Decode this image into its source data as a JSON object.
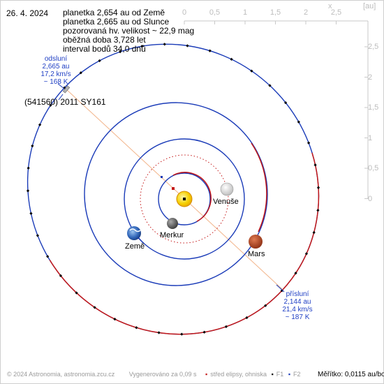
{
  "date": "26. 4. 2024",
  "info_lines": [
    "planetka 2,654 au od Země",
    "planetka 2,665 au od Slunce",
    "pozorovaná hv. velikost ~ 22,9 mag",
    "oběžná doba 3,728 let",
    "interval bodů 34,0 dnů"
  ],
  "aphelion": {
    "title": "odsluní",
    "distance": "2,665 au",
    "speed": "17,2 km/s",
    "temp": "~ 168 K"
  },
  "perihelion": {
    "title": "přísluní",
    "distance": "2,144 au",
    "speed": "21,4 km/s",
    "temp": "~ 187 K"
  },
  "asteroid_name": "(541560) 2011 SY161",
  "planets": {
    "venus": "Venuše",
    "mercury": "Merkur",
    "earth": "Země",
    "mars": "Mars"
  },
  "x_axis": {
    "name": "x",
    "ticks": [
      "0",
      "0,5",
      "1",
      "1,5",
      "2",
      "2,5"
    ]
  },
  "y_axis": {
    "name": "[au]",
    "ticks": [
      "2,5",
      "2",
      "1,5",
      "1",
      "0,5",
      "0"
    ]
  },
  "footer": {
    "copyright": "© 2024 Astronomia, astronomia.zcu.cz",
    "generated": "Vygenerováno za 0,09 s",
    "center_legend": "střed elipsy, ohniska",
    "f1": "F1",
    "f2": "F2"
  },
  "scale": "Měřítko: 0,0115 au/bod",
  "colors": {
    "orbit_blue": "#1a3bb8",
    "orbit_red": "#c41818",
    "sun": "#f2c400",
    "mars": "#b94a2a",
    "apsis_line": "#f2b48a",
    "label_blue": "#1f3fc4"
  }
}
